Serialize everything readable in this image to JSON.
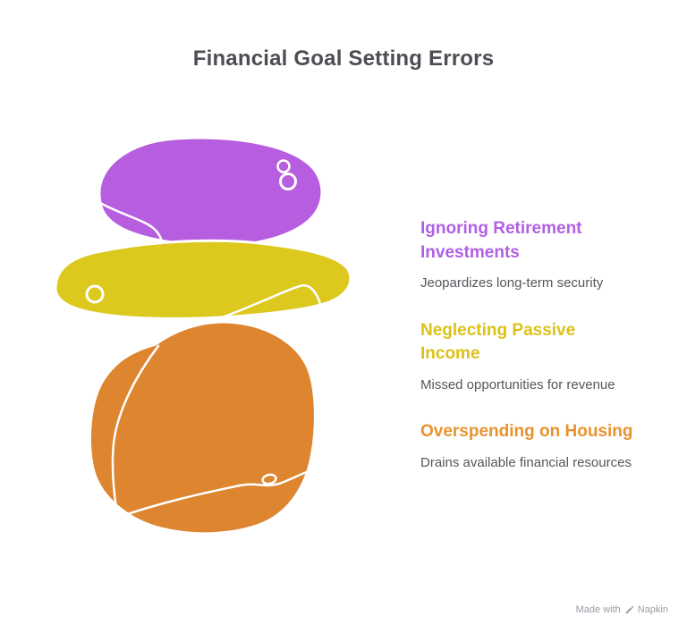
{
  "title": {
    "text": "Financial Goal Setting Errors",
    "color": "#4c4e54"
  },
  "stones": {
    "outline_color": "#ffffff",
    "purple": {
      "label": "Ignoring Retirement Investments",
      "color": "#b75ee0"
    },
    "yellow": {
      "label": "Neglecting Passive Income",
      "color": "#ddc81d"
    },
    "orange": {
      "label": "Overspending on Housing",
      "color": "#de8530"
    }
  },
  "items": [
    {
      "title": "Ignoring Retirement Investments",
      "description": "Jeopardizes long-term security",
      "color": "#b160e4"
    },
    {
      "title": "Neglecting Passive Income",
      "description": "Missed opportunities for revenue",
      "color": "#dcc118"
    },
    {
      "title": "Overspending on Housing",
      "description": "Drains available financial resources",
      "color": "#e8922e"
    }
  ],
  "watermark": {
    "prefix": "Made with",
    "brand": "Napkin",
    "icon": "pen-icon",
    "color": "#90939b"
  }
}
